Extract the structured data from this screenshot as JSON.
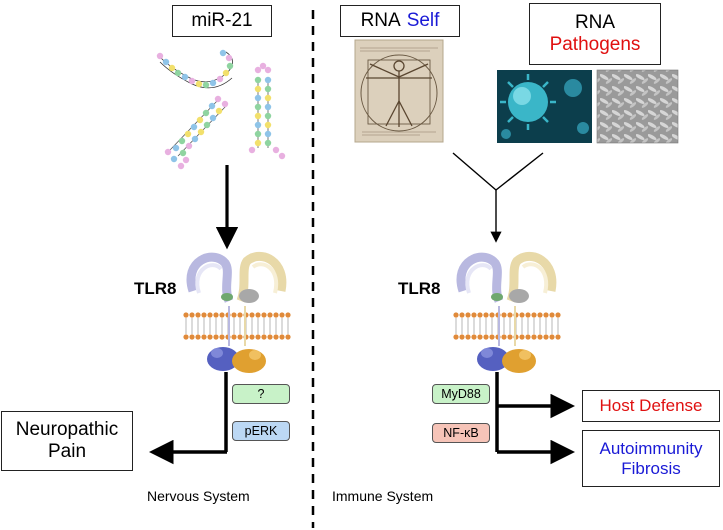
{
  "left": {
    "source_label": "miR-21",
    "receptor_label": "TLR8",
    "adapters": [
      "?",
      "pERK"
    ],
    "outcome_lines": [
      "Neuropathic",
      "Pain"
    ],
    "system_label": "Nervous System"
  },
  "right": {
    "self_box": {
      "word1": "RNA",
      "word2": "Self"
    },
    "pathogen_box": {
      "line1": "RNA",
      "line2": "Pathogens"
    },
    "receptor_label": "TLR8",
    "adapters": [
      "MyD88",
      "NF-κB"
    ],
    "outcome_host": "Host Defense",
    "outcome_autoimmunity_lines": [
      "Autoimmunity",
      "Fibrosis"
    ],
    "system_label": "Immune System"
  },
  "colors": {
    "self_blue": "#1a1ad6",
    "pathogen_red": "#e01010",
    "host_red": "#e01010",
    "autoimmunity_blue": "#1a1ad6",
    "pill_green": "#c8f2c8",
    "pill_blue": "#bcd8f4",
    "pill_red": "#f6c4b8"
  }
}
